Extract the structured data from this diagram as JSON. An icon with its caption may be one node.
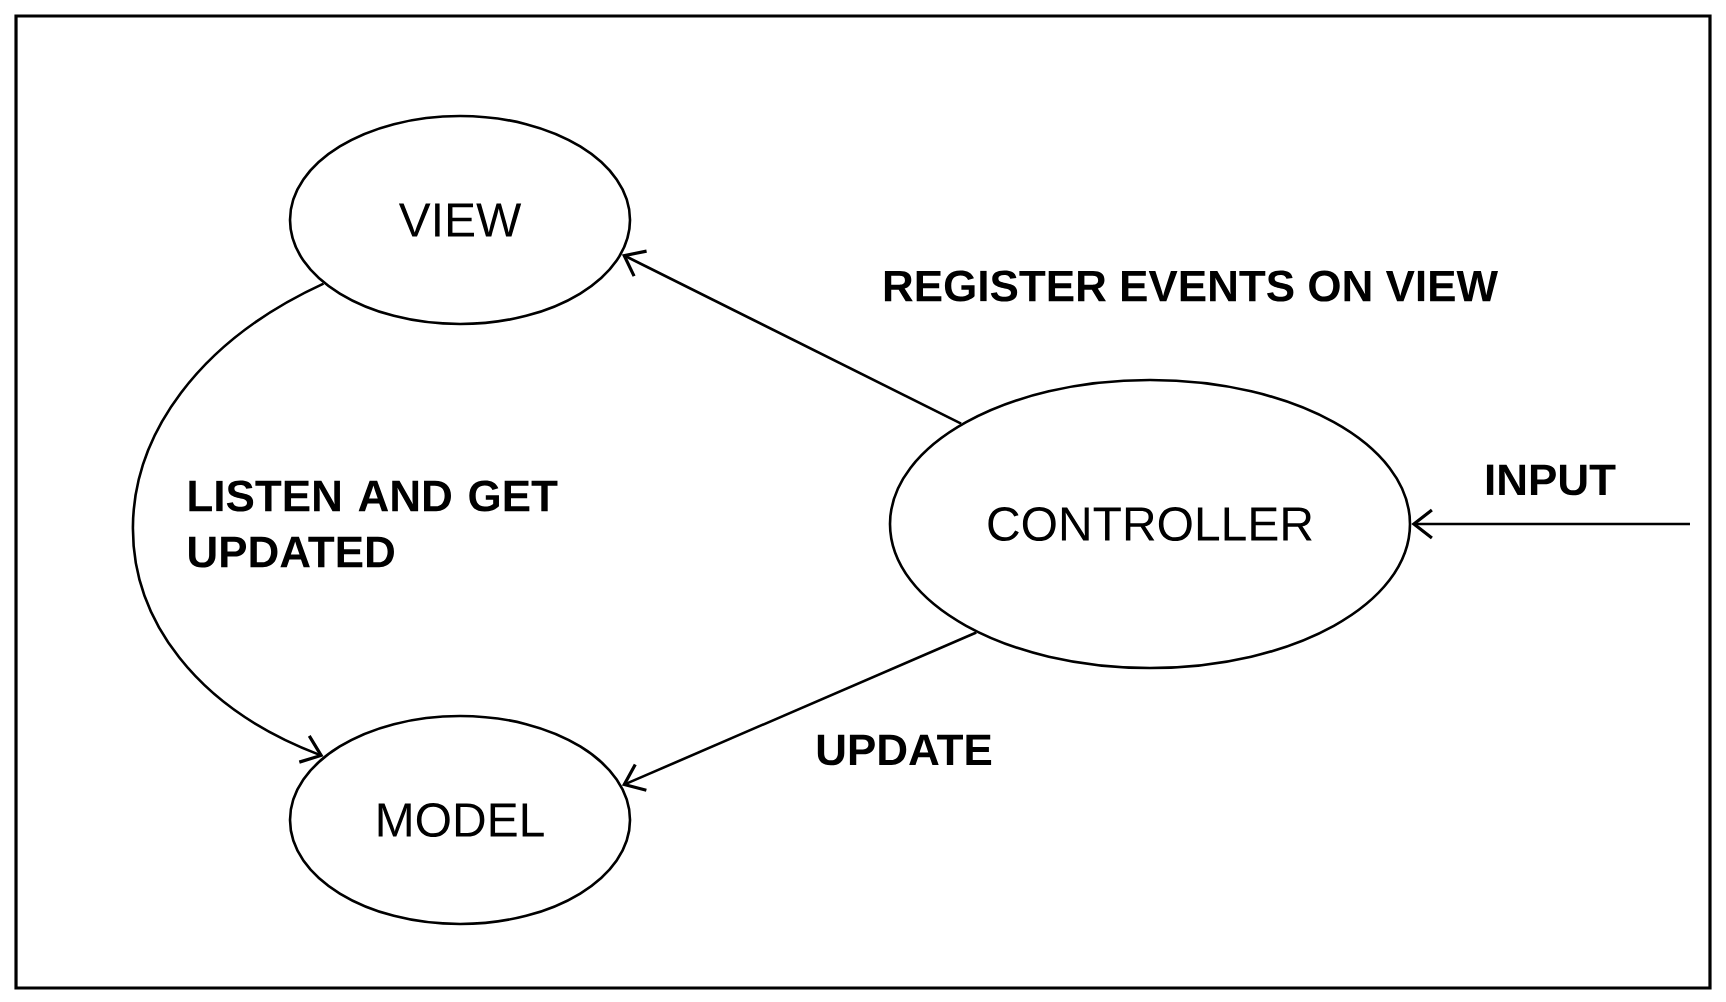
{
  "diagram": {
    "nodes": [
      {
        "text": [
          "VIEW"
        ]
      },
      {
        "text": [
          "CONTROLLER"
        ]
      },
      {
        "text": [
          "MODEL"
        ]
      }
    ],
    "edges": [
      {
        "from": 1,
        "to": 0,
        "arrow": "to",
        "label": "REGISTER EVENTS ON VIEW"
      },
      {
        "from": 0,
        "to": 2,
        "arrow": "to",
        "label": "LISTEN AND GET UPDATED"
      },
      {
        "from": 1,
        "to": 2,
        "arrow": "to",
        "label": "UPDATE"
      },
      {
        "from": null,
        "to": 1,
        "arrow": "to",
        "label": "INPUT"
      }
    ]
  }
}
